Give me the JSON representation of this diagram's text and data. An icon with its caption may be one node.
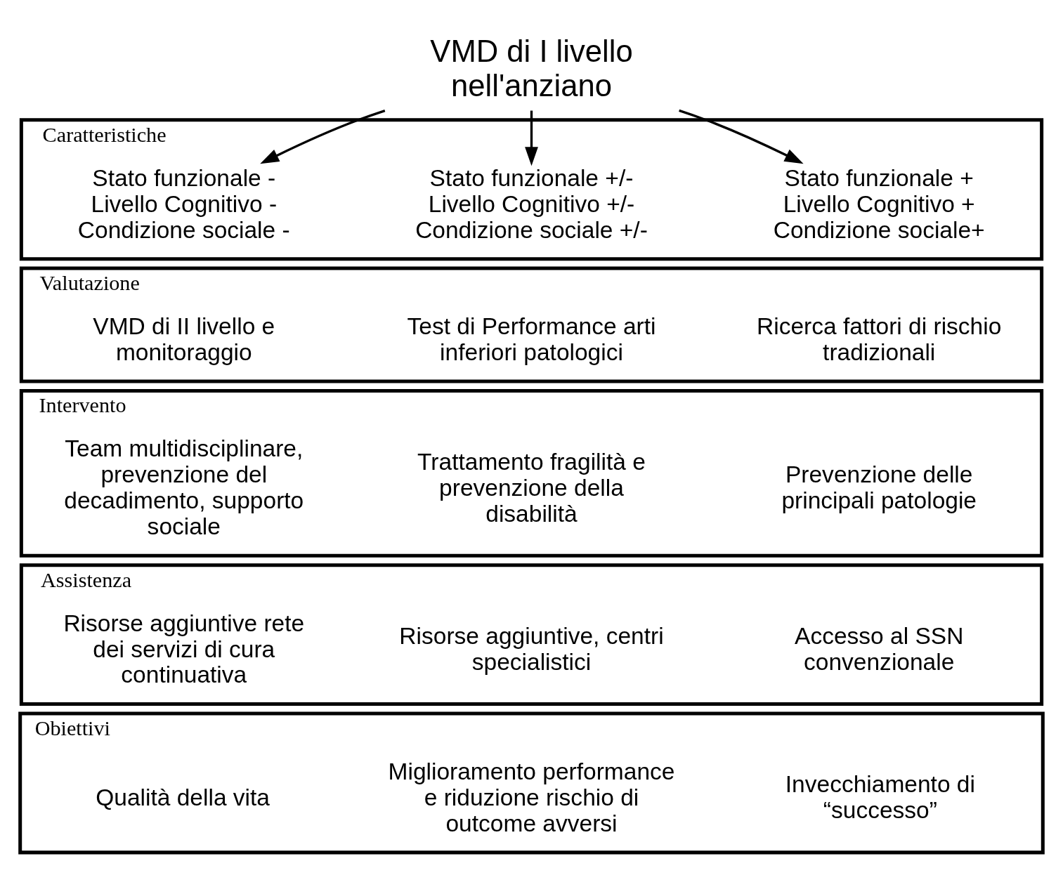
{
  "diagram": {
    "nodes": [
      {
        "text": [
          "VMD di I livello nell'anziano"
        ]
      },
      {
        "text": [
          "Caratteristiche"
        ]
      },
      {
        "text": [
          "Stato funzionale +",
          "Livello Cognitivo +",
          "Condizione sociale+"
        ],
        "in": 1
      },
      {
        "text": [
          "Stato funzionale +/-",
          "Livello Cognitivo +/-",
          "Condizione sociale +/-"
        ],
        "in": 1
      },
      {
        "text": [
          "Stato funzionale -",
          "Livello Cognitivo -",
          "Condizione sociale -"
        ],
        "in": 1
      },
      {
        "text": [
          "Valutazione"
        ]
      },
      {
        "text": [
          "Ricerca fattori di rischio tradizionali"
        ],
        "in": 5
      },
      {
        "text": [
          "Test di Performance arti inferiori patologici"
        ],
        "in": 5
      },
      {
        "text": [
          "VMD di II livello e monitoraggio"
        ],
        "in": 5
      },
      {
        "text": [
          "Intervento"
        ]
      },
      {
        "text": [
          "Prevenzione delle principali patologie"
        ],
        "in": 9
      },
      {
        "text": [
          "Trattamento fragilità e prevenzione della disabilità"
        ],
        "in": 9
      },
      {
        "text": [
          "Team multidisciplinare, prevenzione del decadimento, supporto sociale"
        ],
        "in": 9
      },
      {
        "text": [
          "Assistenza"
        ]
      },
      {
        "text": [
          "Accesso al SSN convenzionale"
        ],
        "in": 13
      },
      {
        "text": [
          "Risorse aggiuntive, centri specialistici"
        ],
        "in": 13
      },
      {
        "text": [
          "Risorse aggiuntive rete dei servizi di cura continuativa"
        ],
        "in": 13
      },
      {
        "text": [
          "Obiettivi"
        ]
      },
      {
        "text": [
          "Invecchiamento di “successo”"
        ],
        "in": 17
      },
      {
        "text": [
          "Miglioramento performance e riduzione rischio di outcome avversi"
        ],
        "in": 17
      },
      {
        "text": [
          "Qualità della vita"
        ],
        "in": 17
      }
    ],
    "edges": [
      {
        "from": 0,
        "to": 2,
        "arrow": "to"
      },
      {
        "from": 0,
        "to": 3,
        "arrow": "to"
      },
      {
        "from": 0,
        "to": 4,
        "arrow": "to"
      }
    ]
  }
}
